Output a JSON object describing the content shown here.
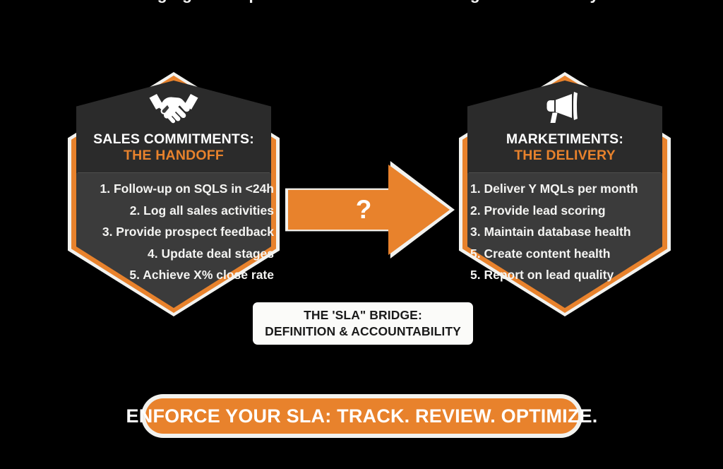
{
  "page": {
    "background_color": "#000000",
    "accent_color": "#e8822c",
    "panel_color": "#3b3b3b",
    "panel_header_color": "#2b2b2b",
    "outline_color": "#f2f2ef",
    "text_color": "#f4f4f2",
    "cutoff_top_title": "Bridging the Gap Between Sales & Marketing Accountability"
  },
  "left_card": {
    "icon": "handshake-icon",
    "title_main": "SALES COMMITMENTS:",
    "title_sub": "THE HANDOFF",
    "items": [
      "1. Follow-up on SQLS in <24h",
      "2. Log all sales activities",
      "3. Provide prospect feedback",
      "4. Update deal stages",
      "5. Achieve X% close rate"
    ]
  },
  "right_card": {
    "icon": "megaphone-icon",
    "title_main": "MARKETIMENTS:",
    "title_sub": "THE DELIVERY",
    "items": [
      "1. Deliver Y MQLs per month",
      "2. Provide lead scoring",
      "3. Maintain database health",
      "5. Create content health",
      "5. Report on lead quality"
    ]
  },
  "connector": {
    "icon": "right-arrow-icon",
    "label": "?"
  },
  "bridge": {
    "line1": "THE 'SLA\" BRIDGE:",
    "line2": "DEFINITION & ACCOUNTABILITY"
  },
  "cta": {
    "label": "ENFORCE YOUR SLA: TRACK. REVIEW. OPTIMIZE."
  }
}
